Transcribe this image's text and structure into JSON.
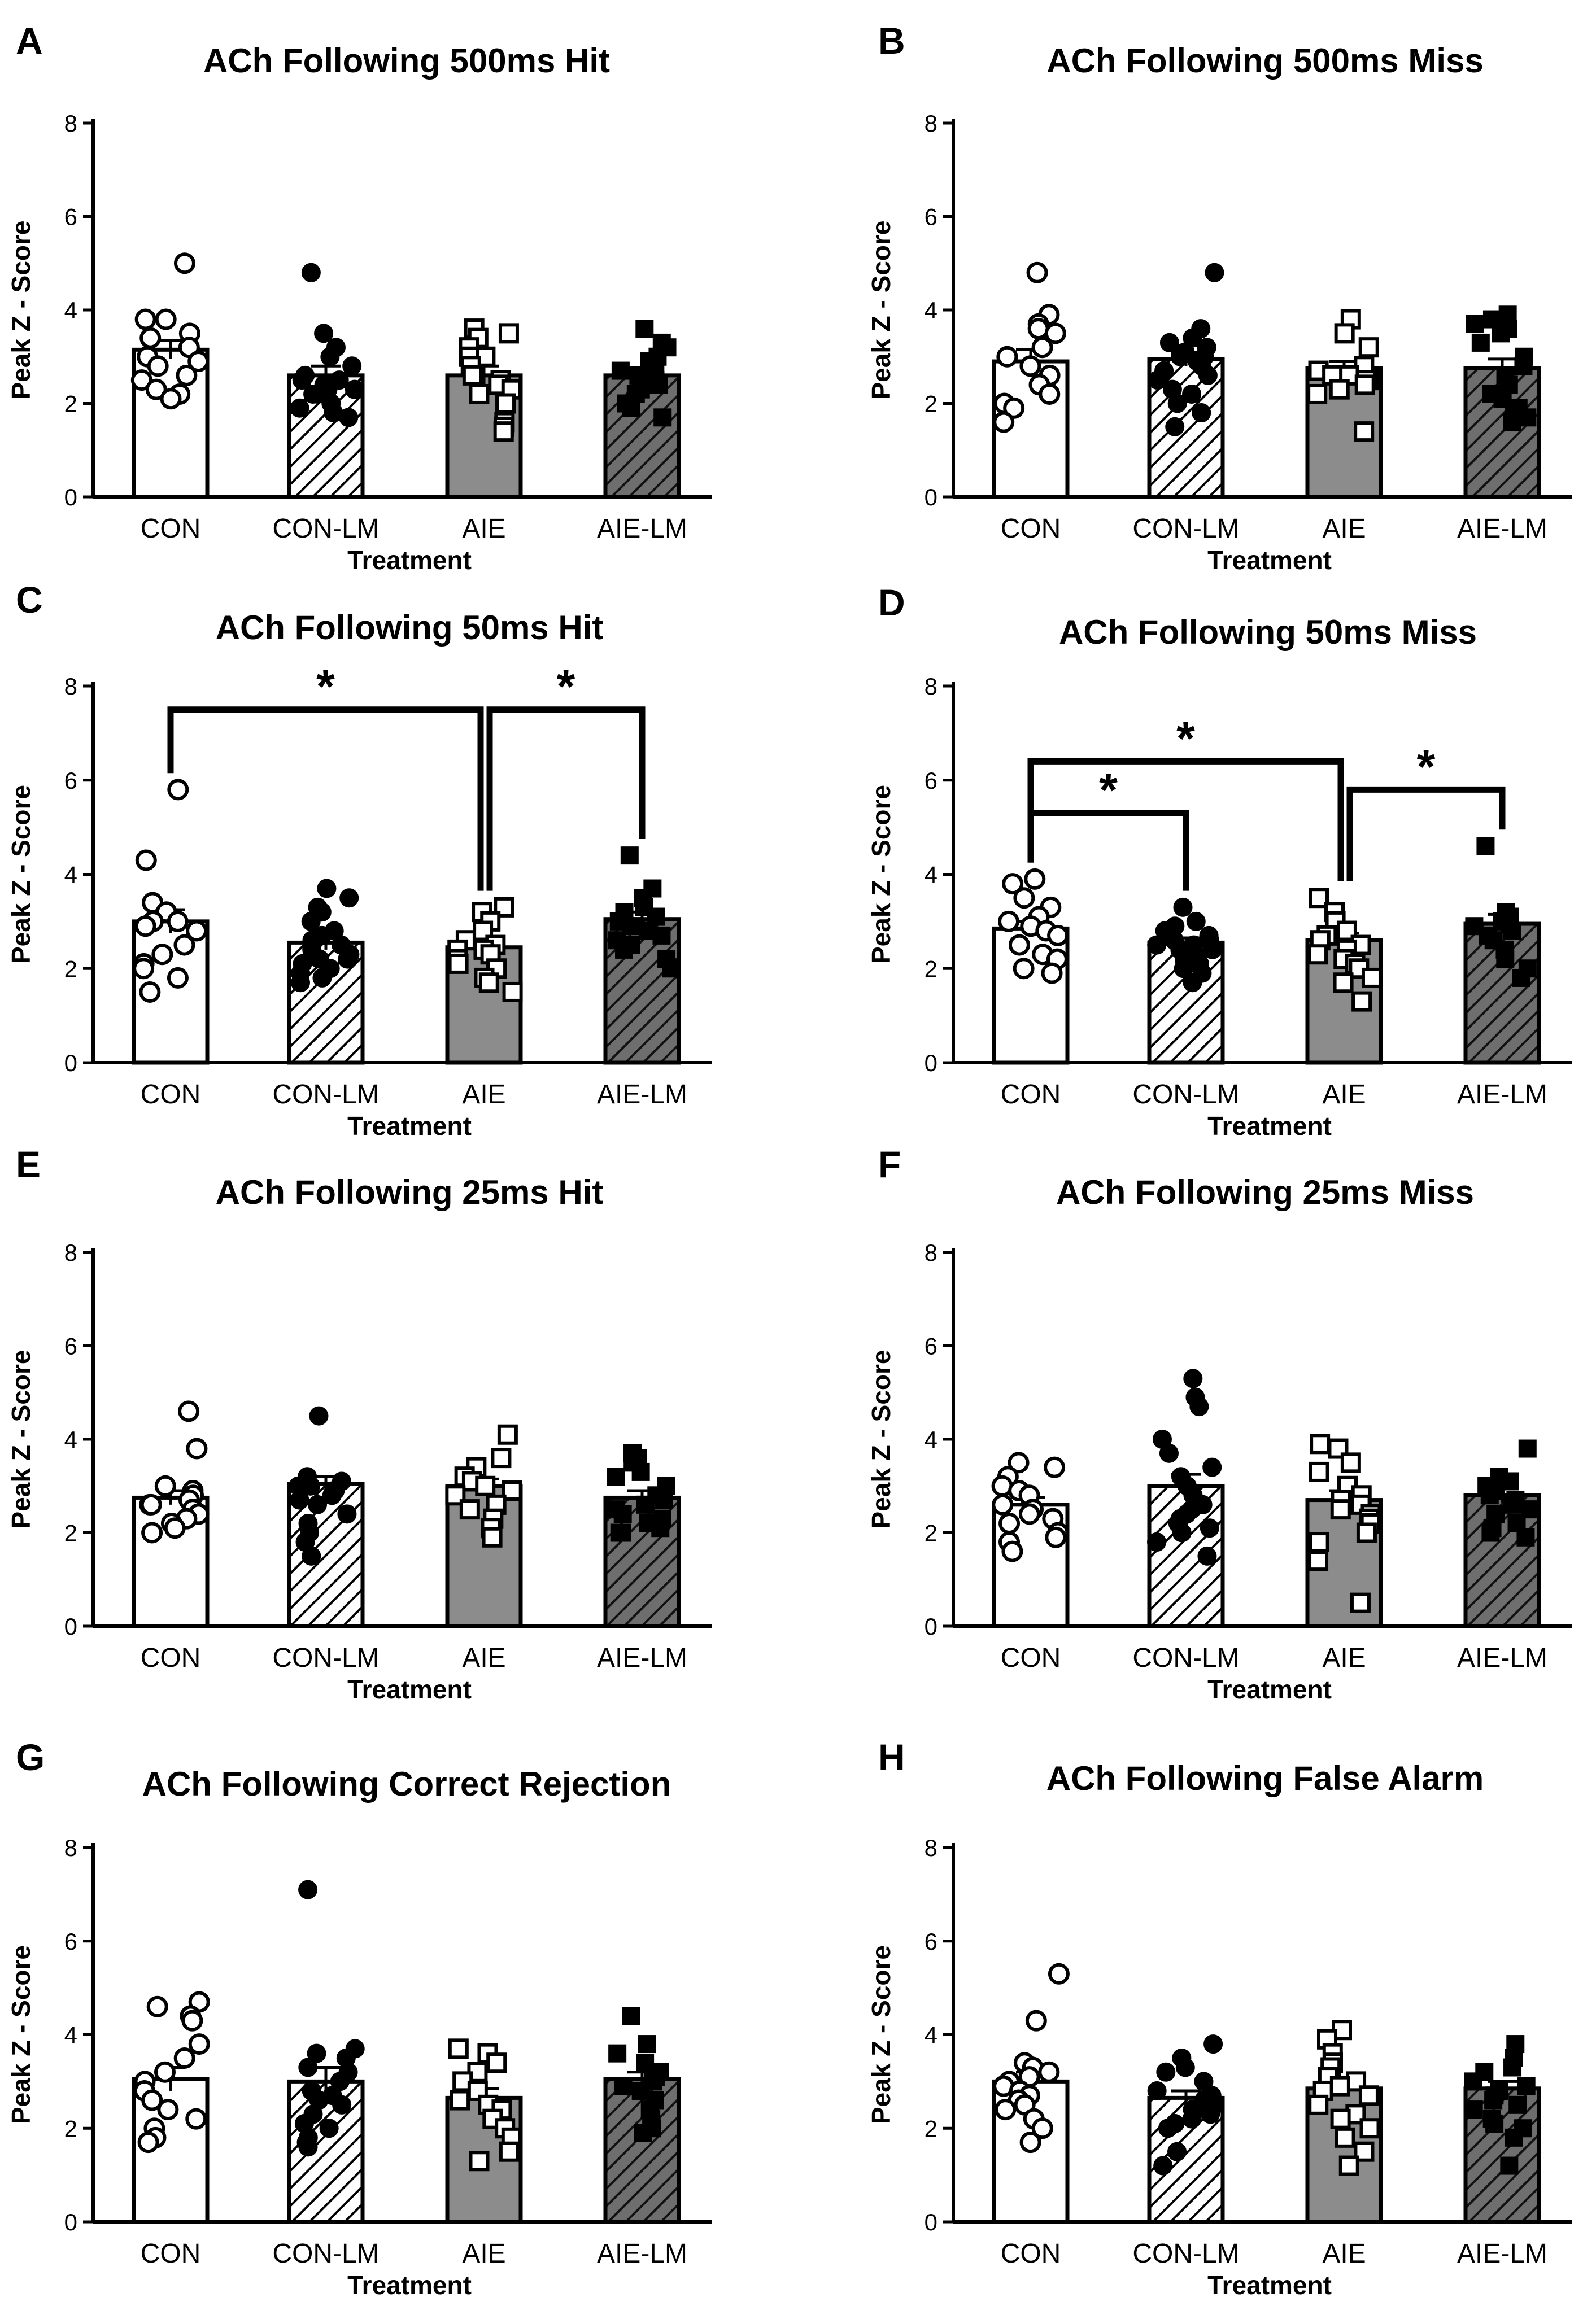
{
  "colors": {
    "bar_con": "#ffffff",
    "bar_conlm_stripe": "#000000",
    "bar_aie": "#8c8c8c",
    "bar_aielm": "#6e6e6e",
    "marker_open": "#ffffff",
    "marker_filled": "#000000"
  },
  "chart_data": [
    {
      "type": "bar",
      "panel": "A",
      "title": "ACh Following 500ms Hit",
      "xlabel": "Treatment",
      "ylabel": "Peak Z - Score",
      "ylim": [
        0,
        8
      ],
      "yticks": [
        0,
        2,
        4,
        6,
        8
      ],
      "categories": [
        "CON",
        "CON-LM",
        "AIE",
        "AIE-LM"
      ],
      "values": [
        3.15,
        2.6,
        2.6,
        2.6
      ],
      "errors": [
        0.2,
        0.2,
        0.2,
        0.15
      ],
      "points": [
        [
          5.0,
          3.8,
          3.8,
          3.5,
          3.4,
          3.2,
          3.0,
          2.9,
          2.8,
          2.6,
          2.5,
          2.3,
          2.2,
          2.1
        ],
        [
          4.8,
          3.5,
          3.2,
          3.0,
          2.8,
          2.6,
          2.5,
          2.5,
          2.4,
          2.3,
          2.3,
          2.2,
          2.2,
          2.0,
          1.9,
          1.8,
          1.7
        ],
        [
          3.6,
          3.5,
          3.4,
          3.2,
          3.0,
          3.0,
          2.8,
          2.6,
          2.5,
          2.4,
          2.3,
          2.2,
          2.0,
          1.6,
          1.5,
          1.4
        ],
        [
          3.6,
          3.3,
          3.2,
          3.0,
          2.9,
          2.8,
          2.7,
          2.6,
          2.5,
          2.4,
          2.3,
          2.2,
          2.0,
          1.9,
          1.7
        ]
      ],
      "comparisons": []
    },
    {
      "type": "bar",
      "panel": "B",
      "title": "ACh Following 500ms Miss",
      "xlabel": "Treatment",
      "ylabel": "Peak Z - Score",
      "ylim": [
        0,
        8
      ],
      "yticks": [
        0,
        2,
        4,
        6,
        8
      ],
      "categories": [
        "CON",
        "CON-LM",
        "AIE",
        "AIE-LM"
      ],
      "values": [
        2.9,
        2.95,
        2.75,
        2.75
      ],
      "errors": [
        0.25,
        0.15,
        0.15,
        0.2
      ],
      "points": [
        [
          4.8,
          3.9,
          3.7,
          3.6,
          3.5,
          3.2,
          3.0,
          2.8,
          2.6,
          2.4,
          2.2,
          2.0,
          1.9,
          1.6
        ],
        [
          4.8,
          3.6,
          3.4,
          3.3,
          3.2,
          3.1,
          3.0,
          3.0,
          2.9,
          2.8,
          2.7,
          2.6,
          2.5,
          2.3,
          2.2,
          2.0,
          1.8,
          1.5
        ],
        [
          3.8,
          3.5,
          3.2,
          2.8,
          2.7,
          2.6,
          2.6,
          2.5,
          2.5,
          2.4,
          2.3,
          2.2,
          1.4
        ],
        [
          3.9,
          3.8,
          3.7,
          3.6,
          3.5,
          3.3,
          3.0,
          2.8,
          2.6,
          2.4,
          2.2,
          2.1,
          1.9,
          1.8,
          1.7,
          1.6
        ]
      ],
      "comparisons": []
    },
    {
      "type": "bar",
      "panel": "C",
      "title": "ACh Following 50ms Hit",
      "xlabel": "Treatment",
      "ylabel": "Peak Z - Score",
      "ylim": [
        0,
        8
      ],
      "yticks": [
        0,
        2,
        4,
        6,
        8
      ],
      "categories": [
        "CON",
        "CON-LM",
        "AIE",
        "AIE-LM"
      ],
      "values": [
        3.0,
        2.55,
        2.45,
        3.05
      ],
      "errors": [
        0.25,
        0.15,
        0.12,
        0.15
      ],
      "points": [
        [
          5.8,
          4.3,
          3.4,
          3.2,
          3.0,
          3.0,
          2.9,
          2.8,
          2.5,
          2.3,
          2.1,
          2.0,
          1.8,
          1.5
        ],
        [
          3.7,
          3.5,
          3.3,
          3.2,
          3.0,
          2.8,
          2.7,
          2.6,
          2.5,
          2.4,
          2.3,
          2.2,
          2.2,
          2.1,
          2.0,
          1.9,
          1.8,
          1.7
        ],
        [
          3.3,
          3.2,
          3.0,
          2.8,
          2.6,
          2.5,
          2.4,
          2.4,
          2.3,
          2.2,
          2.1,
          2.0,
          1.8,
          1.7,
          1.5
        ],
        [
          4.4,
          3.7,
          3.5,
          3.3,
          3.2,
          3.1,
          3.0,
          2.9,
          2.8,
          2.7,
          2.6,
          2.5,
          2.4,
          2.2,
          2.0
        ]
      ],
      "comparisons": [
        {
          "from": 0,
          "to": 2,
          "y": 7.5,
          "label": "*"
        },
        {
          "from": 2,
          "to": 3,
          "y": 7.5,
          "label": "*"
        }
      ]
    },
    {
      "type": "bar",
      "panel": "D",
      "title": "ACh Following 50ms Miss",
      "xlabel": "Treatment",
      "ylabel": "Peak Z - Score",
      "ylim": [
        0,
        8
      ],
      "yticks": [
        0,
        2,
        4,
        6,
        8
      ],
      "categories": [
        "CON",
        "CON-LM",
        "AIE",
        "AIE-LM"
      ],
      "values": [
        2.85,
        2.55,
        2.6,
        2.95
      ],
      "errors": [
        0.15,
        0.1,
        0.15,
        0.2
      ],
      "points": [
        [
          3.9,
          3.8,
          3.5,
          3.3,
          3.1,
          3.0,
          2.9,
          2.8,
          2.7,
          2.5,
          2.3,
          2.2,
          2.0,
          1.9
        ],
        [
          3.3,
          3.0,
          2.9,
          2.8,
          2.7,
          2.6,
          2.6,
          2.5,
          2.5,
          2.4,
          2.4,
          2.3,
          2.2,
          2.1,
          2.0,
          1.9,
          1.7
        ],
        [
          3.5,
          3.2,
          3.0,
          2.8,
          2.7,
          2.6,
          2.5,
          2.4,
          2.3,
          2.2,
          2.1,
          2.0,
          1.8,
          1.7,
          1.3
        ],
        [
          4.6,
          3.2,
          3.1,
          3.0,
          2.9,
          2.8,
          2.7,
          2.6,
          2.4,
          2.2,
          2.0,
          1.8
        ]
      ],
      "comparisons": [
        {
          "from": 0,
          "to": 2,
          "y": 6.4,
          "label": "*"
        },
        {
          "from": 0,
          "to": 1,
          "y": 5.3,
          "label": "*"
        },
        {
          "from": 2,
          "to": 3,
          "y": 5.8,
          "label": "*"
        }
      ]
    },
    {
      "type": "bar",
      "panel": "E",
      "title": "ACh Following 25ms Hit",
      "xlabel": "Treatment",
      "ylabel": "Peak Z - Score",
      "ylim": [
        0,
        8
      ],
      "yticks": [
        0,
        2,
        4,
        6,
        8
      ],
      "categories": [
        "CON",
        "CON-LM",
        "AIE",
        "AIE-LM"
      ],
      "values": [
        2.75,
        3.05,
        3.0,
        2.75
      ],
      "errors": [
        0.15,
        0.15,
        0.15,
        0.15
      ],
      "points": [
        [
          4.6,
          3.8,
          3.0,
          2.9,
          2.8,
          2.7,
          2.6,
          2.6,
          2.5,
          2.4,
          2.3,
          2.2,
          2.1,
          2.0
        ],
        [
          4.5,
          3.2,
          3.1,
          3.0,
          3.0,
          3.0,
          2.9,
          2.9,
          2.8,
          2.7,
          2.6,
          2.4,
          2.2,
          2.0,
          1.8,
          1.5
        ],
        [
          4.1,
          3.6,
          3.4,
          3.2,
          3.1,
          3.0,
          2.9,
          2.8,
          2.6,
          2.5,
          2.3,
          2.1,
          1.9
        ],
        [
          3.7,
          3.6,
          3.5,
          3.3,
          3.2,
          3.0,
          2.8,
          2.7,
          2.6,
          2.5,
          2.4,
          2.3,
          2.2,
          2.1,
          2.0,
          2.0
        ]
      ],
      "comparisons": []
    },
    {
      "type": "bar",
      "panel": "F",
      "title": "ACh Following 25ms Miss",
      "xlabel": "Treatment",
      "ylabel": "Peak Z - Score",
      "ylim": [
        0,
        8
      ],
      "yticks": [
        0,
        2,
        4,
        6,
        8
      ],
      "categories": [
        "CON",
        "CON-LM",
        "AIE",
        "AIE-LM"
      ],
      "values": [
        2.6,
        3.0,
        2.7,
        2.8
      ],
      "errors": [
        0.15,
        0.25,
        0.2,
        0.15
      ],
      "points": [
        [
          3.5,
          3.4,
          3.2,
          3.0,
          2.9,
          2.8,
          2.6,
          2.5,
          2.4,
          2.3,
          2.2,
          2.0,
          1.9,
          1.8,
          1.6
        ],
        [
          5.3,
          4.9,
          4.7,
          4.0,
          3.7,
          3.4,
          3.2,
          3.0,
          2.8,
          2.6,
          2.5,
          2.4,
          2.3,
          2.2,
          2.1,
          2.0,
          1.8,
          1.5
        ],
        [
          3.9,
          3.8,
          3.5,
          3.3,
          3.0,
          2.8,
          2.7,
          2.6,
          2.5,
          2.4,
          2.3,
          2.2,
          2.0,
          1.8,
          1.4,
          0.5
        ],
        [
          3.8,
          3.2,
          3.1,
          3.0,
          2.9,
          2.8,
          2.7,
          2.6,
          2.5,
          2.4,
          2.2,
          2.1,
          2.0,
          1.9
        ]
      ],
      "comparisons": []
    },
    {
      "type": "bar",
      "panel": "G",
      "title": "ACh Following Correct Rejection",
      "xlabel": "Treatment",
      "ylabel": "Peak Z - Score",
      "ylim": [
        0,
        8
      ],
      "yticks": [
        0,
        2,
        4,
        6,
        8
      ],
      "categories": [
        "CON",
        "CON-LM",
        "AIE",
        "AIE-LM"
      ],
      "values": [
        3.05,
        3.0,
        2.65,
        3.05
      ],
      "errors": [
        0.25,
        0.3,
        0.2,
        0.15
      ],
      "points": [
        [
          4.7,
          4.6,
          4.4,
          4.3,
          3.8,
          3.5,
          3.2,
          3.0,
          2.8,
          2.6,
          2.4,
          2.2,
          2.0,
          1.8,
          1.7
        ],
        [
          7.1,
          3.7,
          3.6,
          3.5,
          3.3,
          3.2,
          3.0,
          2.8,
          2.7,
          2.6,
          2.5,
          2.3,
          2.1,
          2.0,
          1.8,
          1.7,
          1.6
        ],
        [
          3.7,
          3.6,
          3.4,
          3.2,
          3.0,
          2.8,
          2.6,
          2.5,
          2.4,
          2.2,
          2.0,
          1.8,
          1.5,
          1.3
        ],
        [
          4.4,
          3.8,
          3.6,
          3.4,
          3.2,
          3.1,
          3.0,
          2.9,
          2.8,
          2.6,
          2.4,
          2.2,
          2.0,
          1.9
        ]
      ],
      "comparisons": []
    },
    {
      "type": "bar",
      "panel": "H",
      "title": "ACh Following False Alarm",
      "xlabel": "Treatment",
      "ylabel": "Peak Z - Score",
      "ylim": [
        0,
        8
      ],
      "yticks": [
        0,
        2,
        4,
        6,
        8
      ],
      "categories": [
        "CON",
        "CON-LM",
        "AIE",
        "AIE-LM"
      ],
      "values": [
        3.0,
        2.65,
        2.85,
        2.85
      ],
      "errors": [
        0.2,
        0.15,
        0.15,
        0.15
      ],
      "points": [
        [
          5.3,
          4.3,
          3.4,
          3.3,
          3.2,
          3.1,
          3.0,
          2.9,
          2.8,
          2.7,
          2.6,
          2.5,
          2.4,
          2.2,
          2.0,
          1.7
        ],
        [
          3.8,
          3.5,
          3.3,
          3.2,
          3.0,
          2.8,
          2.7,
          2.6,
          2.5,
          2.4,
          2.3,
          2.2,
          2.1,
          2.0,
          1.5,
          1.2
        ],
        [
          4.1,
          3.9,
          3.6,
          3.4,
          3.3,
          3.1,
          3.0,
          2.9,
          2.8,
          2.7,
          2.5,
          2.3,
          2.2,
          2.0,
          1.8,
          1.5,
          1.2
        ],
        [
          3.8,
          3.5,
          3.3,
          3.2,
          3.0,
          2.9,
          2.8,
          2.7,
          2.6,
          2.5,
          2.4,
          2.2,
          2.1,
          2.0,
          1.8,
          1.2
        ]
      ],
      "comparisons": []
    }
  ]
}
